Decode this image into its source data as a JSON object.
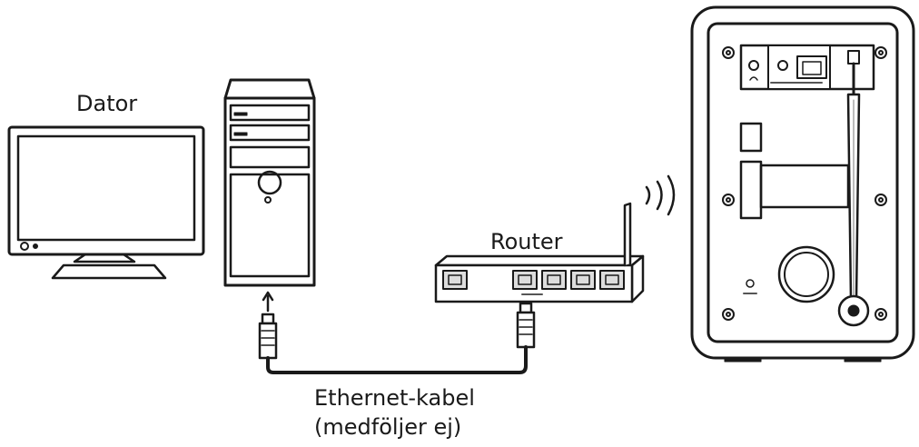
{
  "labels": {
    "computer": "Dator",
    "router": "Router",
    "cable": "Ethernet-kabel",
    "cable_note": "(medföljer ej)"
  },
  "colors": {
    "stroke": "#1a1a1a",
    "fill_light": "#e6e6e6",
    "fill_mid": "#b5b5b5",
    "background": "#ffffff"
  }
}
